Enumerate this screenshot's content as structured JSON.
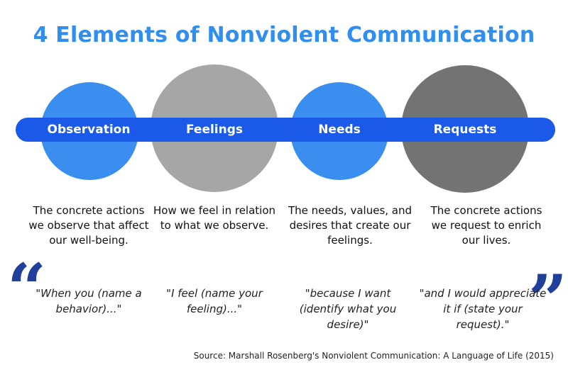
{
  "title": "4 Elements of Nonviolent Communication",
  "colors": {
    "title": "#2f8ff0",
    "bar": "#1b5ae8",
    "circle_blue": "#3a8ef0",
    "circle_light_gray": "#a6a6a6",
    "circle_dark_gray": "#737373",
    "quote_marks": "#1f3f9a"
  },
  "elements": [
    {
      "label": "Observation",
      "description": "The concrete actions we observe that affect our well-being.",
      "quote": "\"When you (name a behavior)...\""
    },
    {
      "label": "Feelings",
      "description": "How we feel in relation to what we observe.",
      "quote": "\"I feel (name your feeling)...\""
    },
    {
      "label": "Needs",
      "description": "The needs, values, and desires that create our feelings.",
      "quote": "\"because I want (identify what you desire)\""
    },
    {
      "label": "Requests",
      "description": "The concrete actions we request to enrich our lives.",
      "quote": "\"and I would appreciate it if (state your request).\""
    }
  ],
  "quote_marks": {
    "open": "“",
    "close": "”"
  },
  "source": "Source: Marshall Rosenberg's Nonviolent Communication: A Language of Life (2015)"
}
